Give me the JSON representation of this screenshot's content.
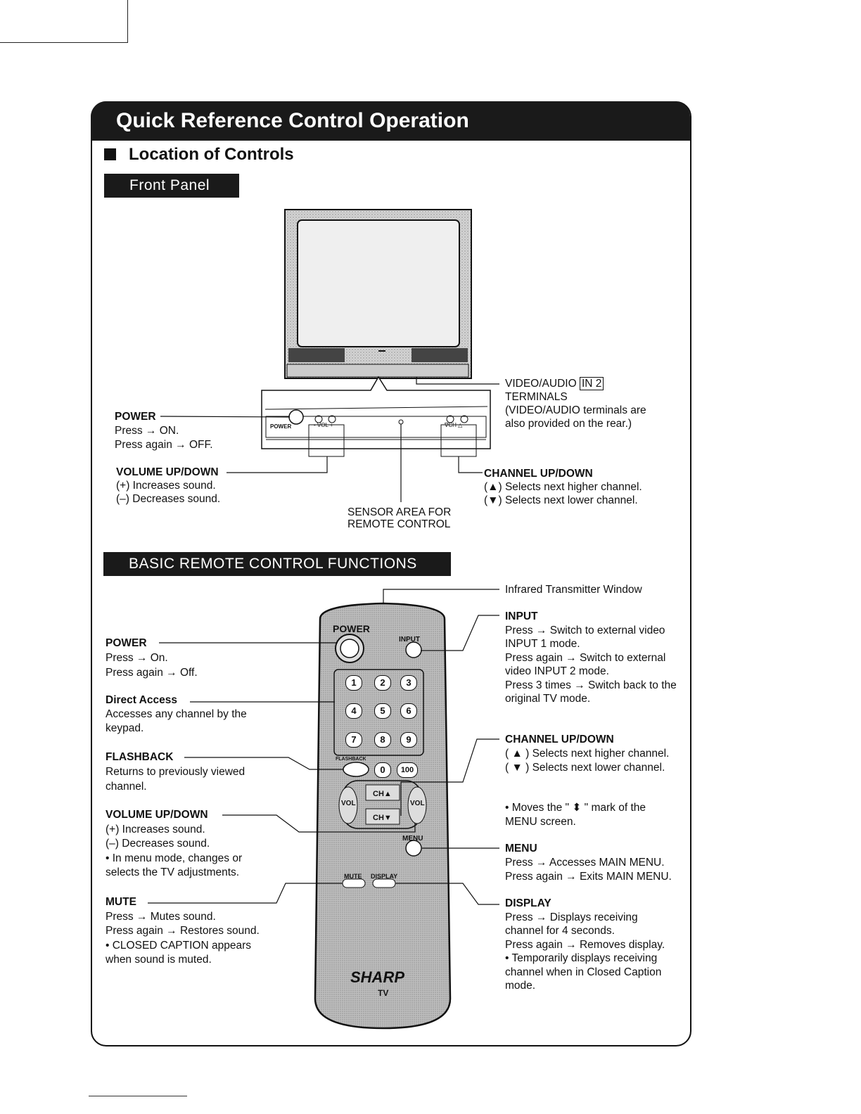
{
  "title": "Quick Reference Control Operation",
  "section": "Location of Controls",
  "front_panel": {
    "tab": "Front Panel",
    "panel_labels": {
      "power": "POWER",
      "vol": "- VOL +",
      "ch": "∇CH △"
    },
    "power": {
      "title": "POWER",
      "lines": [
        "Press → ON.",
        "Press again → OFF."
      ]
    },
    "volume": {
      "title": "VOLUME UP/DOWN",
      "lines": [
        "(+) Increases sound.",
        "(–) Decreases sound."
      ]
    },
    "sensor": {
      "lines": [
        "SENSOR AREA FOR",
        "REMOTE CONTROL"
      ]
    },
    "video_audio": {
      "title": "VIDEO/AUDIO",
      "badge": "IN 2",
      "lines": [
        "TERMINALS",
        "(VIDEO/AUDIO terminals are",
        " also provided on the rear.)"
      ]
    },
    "channel": {
      "title": "CHANNEL UP/DOWN",
      "lines": [
        "(▲) Selects next higher channel.",
        "(▼) Selects next lower channel."
      ]
    }
  },
  "remote": {
    "tab": "BASIC REMOTE CONTROL FUNCTIONS",
    "keys": {
      "power": "POWER",
      "input": "INPUT",
      "flashback": "FLASHBACK",
      "ch_up": "CH▲",
      "ch_down": "CH▼",
      "vol": "VOL",
      "menu": "MENU",
      "mute": "MUTE",
      "display": "DISPLAY",
      "brand": "SHARP",
      "brand_sub": "TV"
    },
    "digits": [
      "1",
      "2",
      "3",
      "4",
      "5",
      "6",
      "7",
      "8",
      "9",
      "0",
      "100"
    ],
    "infrared": "Infrared Transmitter Window",
    "power": {
      "title": "POWER",
      "lines": [
        "Press → On.",
        "Press again → Off."
      ]
    },
    "direct": {
      "title": "Direct Access",
      "lines": [
        "Accesses any channel by the",
        "keypad."
      ]
    },
    "flashback": {
      "title": "FLASHBACK",
      "lines": [
        "Returns to previously viewed",
        "channel."
      ]
    },
    "volume": {
      "title": "VOLUME UP/DOWN",
      "lines": [
        "(+) Increases sound.",
        "(–) Decreases sound.",
        "•  In menu mode, changes or",
        "    selects the TV adjustments."
      ]
    },
    "mute": {
      "title": "MUTE",
      "lines": [
        "Press → Mutes sound.",
        "Press again → Restores sound.",
        "•  CLOSED CAPTION appears",
        "    when sound is muted."
      ]
    },
    "input": {
      "title": "INPUT",
      "lines": [
        "Press → Switch to external video",
        "INPUT 1 mode.",
        "Press again → Switch to external",
        "video INPUT 2 mode.",
        "Press 3 times → Switch back to the",
        "original TV mode."
      ]
    },
    "channel": {
      "title": "CHANNEL UP/DOWN",
      "lines": [
        "( ▲ ) Selects next higher channel.",
        "( ▼ ) Selects next lower channel."
      ]
    },
    "channel_note": [
      "•  Moves the \" ⬍ \" mark of the",
      "    MENU screen."
    ],
    "menu": {
      "title": "MENU",
      "lines": [
        "Press → Accesses MAIN MENU.",
        "Press again → Exits MAIN MENU."
      ]
    },
    "display": {
      "title": "DISPLAY",
      "lines": [
        "Press → Displays receiving",
        "channel for 4 seconds.",
        "Press again → Removes display.",
        "•  Temporarily displays receiving",
        "    channel when in Closed Caption",
        "    mode."
      ]
    }
  }
}
